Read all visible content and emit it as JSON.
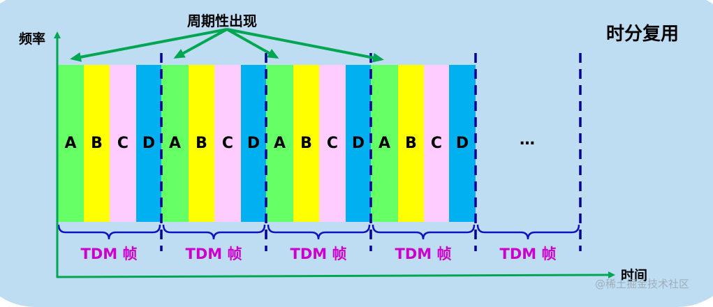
{
  "title": "时分复用",
  "annotation": "周期性出现",
  "axes": {
    "y_label": "频率",
    "x_label": "时间"
  },
  "colors": {
    "background": "#BEDDF2",
    "A": "#66FF66",
    "B": "#FFFF00",
    "C": "#FFCCFF",
    "D": "#00B0F0",
    "axis": "#00A651",
    "divider": "#000099",
    "frame_label": "#CC00CC"
  },
  "slot_labels": [
    "A",
    "B",
    "C",
    "D"
  ],
  "frames": [
    {
      "label": "TDM 帧",
      "slots": [
        "A",
        "B",
        "C",
        "D"
      ]
    },
    {
      "label": "TDM 帧",
      "slots": [
        "A",
        "B",
        "C",
        "D"
      ]
    },
    {
      "label": "TDM 帧",
      "slots": [
        "A",
        "B",
        "C",
        "D"
      ]
    },
    {
      "label": "TDM 帧",
      "slots": [
        "A",
        "B",
        "C",
        "D"
      ]
    },
    {
      "label": "TDM 帧",
      "slots": [],
      "ellipsis": "…"
    }
  ],
  "ellipsis": "…",
  "watermark": "@稀土掘金技术社区"
}
